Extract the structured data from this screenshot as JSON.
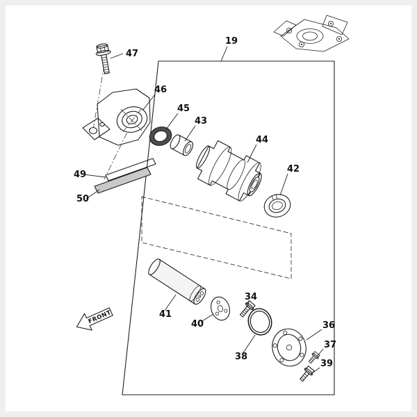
{
  "diagram": {
    "front_label": "FRONT",
    "parts": {
      "p19": "19",
      "p34": "34",
      "p36": "36",
      "p37": "37",
      "p38": "38",
      "p39": "39",
      "p40": "40",
      "p41": "41",
      "p42": "42",
      "p43": "43",
      "p44": "44",
      "p45": "45",
      "p46": "46",
      "p47": "47",
      "p49": "49",
      "p50": "50"
    },
    "colors": {
      "line": "#1c1c1c",
      "background": "#ffffff",
      "light_shade": "#f2f2f2",
      "mid_shade": "#c9c9c9",
      "dark_part": "#4d4d4d"
    }
  }
}
